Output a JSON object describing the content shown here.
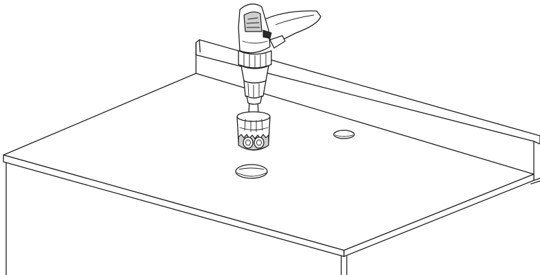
{
  "illustration": {
    "objects": [
      "countertop",
      "backsplash",
      "cabinet",
      "existing-hole",
      "marked-hole",
      "cordless-drill",
      "hole-saw"
    ],
    "colors": {
      "line": "#1a1a1a",
      "fill": "#ffffff",
      "shade": "#cfcfcf"
    }
  }
}
